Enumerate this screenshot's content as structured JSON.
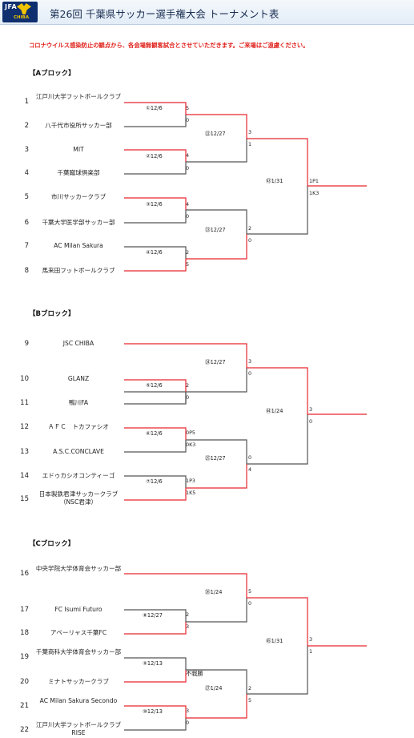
{
  "header": {
    "title": "第26回 千葉県サッカー選手権大会 トーナメント表",
    "logo_text": "JFA",
    "logo_sub": "CHIBA"
  },
  "notice": "コロナウイルス感染防止の観点から、各会場無観客試合とさせていただきます。ご来場はご遠慮ください。",
  "blocks": [
    {
      "title": "【Aブロック】",
      "teams": [
        {
          "num": "1",
          "name": "江戸川大学フットボールクラブ"
        },
        {
          "num": "2",
          "name": "八千代市役所サッカー部"
        },
        {
          "num": "3",
          "name": "MIT"
        },
        {
          "num": "4",
          "name": "千葉蹴球倶楽部"
        },
        {
          "num": "5",
          "name": "市川サッカークラブ"
        },
        {
          "num": "6",
          "name": "千葉大学医学部サッカー部"
        },
        {
          "num": "7",
          "name": "AC Milan Sakura"
        },
        {
          "num": "8",
          "name": "馬来田フットボールクラブ"
        }
      ],
      "matches": [
        {
          "label": "①12/6",
          "s1": "5",
          "s2": "0"
        },
        {
          "label": "②12/6",
          "s1": "4",
          "s2": "0"
        },
        {
          "label": "③12/6",
          "s1": "4",
          "s2": "0"
        },
        {
          "label": "④12/6",
          "s1": "2",
          "s2": "5"
        },
        {
          "label": "㉒12/27",
          "s1": "3",
          "s2": "1"
        },
        {
          "label": "㉓12/27",
          "s1": "2",
          "s2": "0"
        },
        {
          "label": "㊸1/31",
          "s1": "1P1",
          "s2": "1K3"
        }
      ]
    },
    {
      "title": "【Bブロック】",
      "teams": [
        {
          "num": "9",
          "name": "JSC CHIBA"
        },
        {
          "num": "10",
          "name": "GLANZ"
        },
        {
          "num": "11",
          "name": "鴨川FA"
        },
        {
          "num": "12",
          "name": "ＡＦＣ　トカファシオ"
        },
        {
          "num": "13",
          "name": "A.S.C.CONCLAVE"
        },
        {
          "num": "14",
          "name": "エドゥカシオコンティーゴ"
        },
        {
          "num": "15",
          "name": "日本製鉄君津サッカークラブ（NSC君津）"
        }
      ],
      "matches": [
        {
          "label": "⑤12/6",
          "s1": "2",
          "s2": "0"
        },
        {
          "label": "⑥12/6",
          "s1": "0P5",
          "s2": "0K3"
        },
        {
          "label": "⑦12/6",
          "s1": "1P3",
          "s2": "1K5"
        },
        {
          "label": "㉔12/27",
          "s1": "3",
          "s2": "0"
        },
        {
          "label": "㉕12/27",
          "s1": "0",
          "s2": "4"
        },
        {
          "label": "㊹1/24",
          "s1": "3",
          "s2": "0"
        }
      ]
    },
    {
      "title": "【Cブロック】",
      "teams": [
        {
          "num": "16",
          "name": "中央学院大学体育会サッカー部"
        },
        {
          "num": "17",
          "name": "FC Isumi Futuro"
        },
        {
          "num": "18",
          "name": "アベーリャス千葉FC"
        },
        {
          "num": "19",
          "name": "千葉商科大学体育会サッカー部"
        },
        {
          "num": "20",
          "name": "ミナトサッカークラブ"
        },
        {
          "num": "21",
          "name": "AC Milan Sakura Secondo"
        },
        {
          "num": "22",
          "name": "江戸川大学フットボールクラブ RISE"
        }
      ],
      "matches": [
        {
          "label": "⑧12/27",
          "s1": "2",
          "s2": "3"
        },
        {
          "label": "⑨12/13",
          "s1": "不戦勝",
          "s2": ""
        },
        {
          "label": "⑩12/13",
          "s1": "3",
          "s2": "0"
        },
        {
          "label": "㉖1/24",
          "s1": "5",
          "s2": "0"
        },
        {
          "label": "㉗1/24",
          "s1": "2",
          "s2": "5"
        },
        {
          "label": "㊺1/31",
          "s1": "3",
          "s2": "1"
        }
      ]
    }
  ],
  "colors": {
    "winner_line": "#e8262c",
    "line": "#555555",
    "notice": "#e0201a",
    "header_bg": "#e3edf7"
  }
}
